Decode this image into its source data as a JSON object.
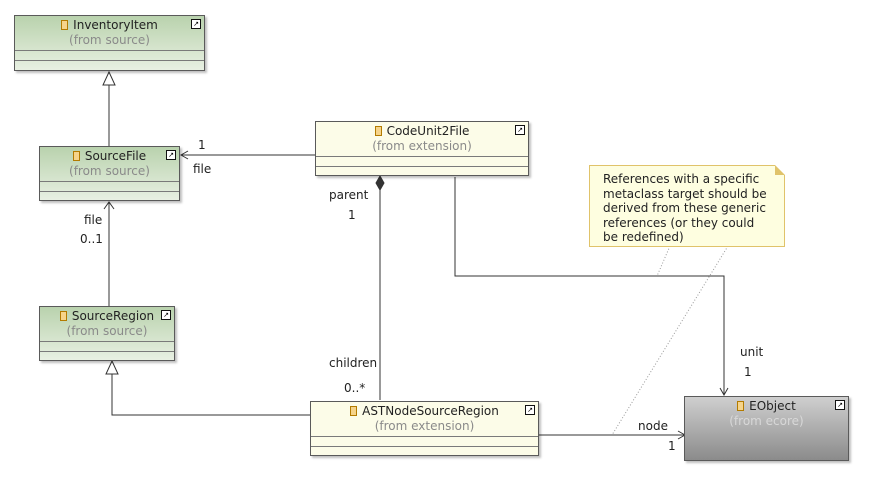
{
  "classes": {
    "inventory_item": {
      "name": "InventoryItem",
      "from": "(from source)"
    },
    "source_file": {
      "name": "SourceFile",
      "from": "(from source)"
    },
    "source_region": {
      "name": "SourceRegion",
      "from": "(from source)"
    },
    "code_unit2file": {
      "name": "CodeUnit2File",
      "from": "(from extension)"
    },
    "ast_node_source_region": {
      "name": "ASTNodeSourceRegion",
      "from": "(from extension)"
    },
    "eobject": {
      "name": "EObject",
      "from": "(from ecore)"
    }
  },
  "associations": {
    "cu2f_file": {
      "role": "file",
      "multiplicity": "1"
    },
    "region_file": {
      "role": "file",
      "multiplicity": "0..1"
    },
    "parent": {
      "role": "parent",
      "multiplicity": "1"
    },
    "children": {
      "role": "children",
      "multiplicity": "0..*"
    },
    "unit": {
      "role": "unit",
      "multiplicity": "1"
    },
    "node": {
      "role": "node",
      "multiplicity": "1"
    }
  },
  "note": {
    "text": "References with a specific metaclass target should be derived from these generic references (or they could be redefined)"
  },
  "colors": {
    "source_package": "#c9ddc0",
    "extension_package": "#fcfce8",
    "ecore_package": "#9a9a9a",
    "note": "#fefee0"
  }
}
